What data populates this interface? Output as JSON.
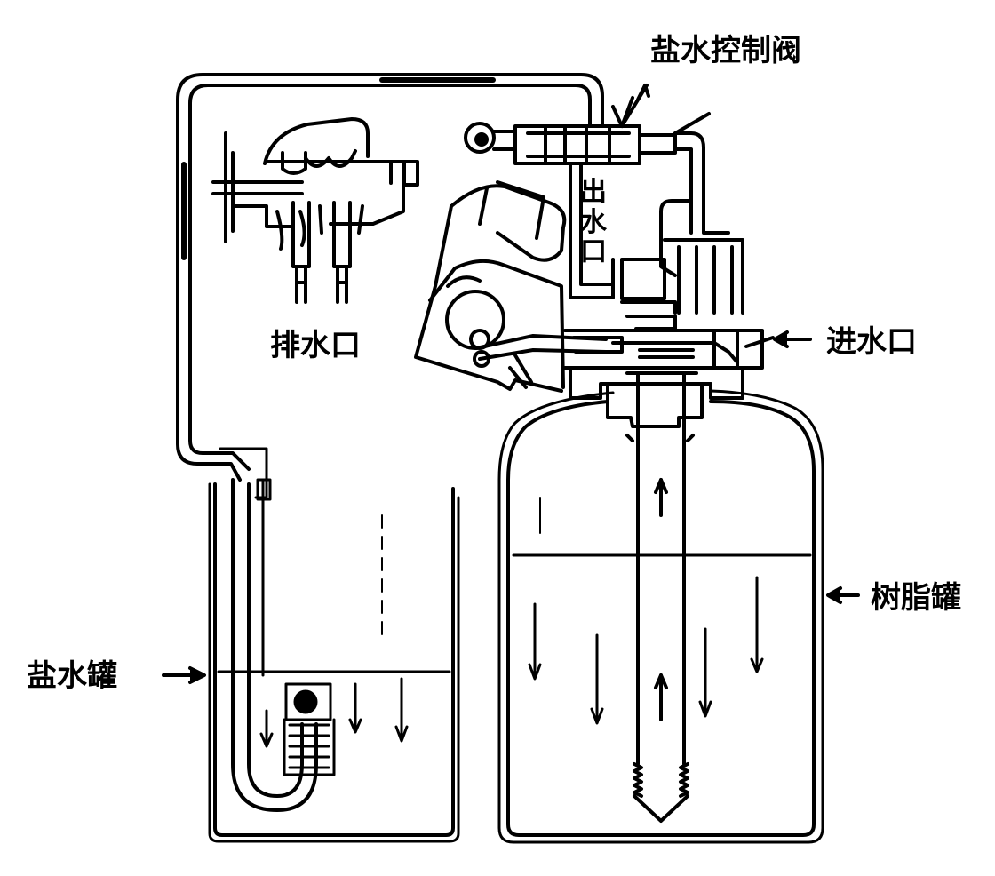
{
  "labels": {
    "brine_valve": "盐水控制阀",
    "outlet": "出水口",
    "drain": "排水口",
    "inlet": "进水口",
    "resin_tank": "树脂罐",
    "brine_tank": "盐水罐"
  }
}
